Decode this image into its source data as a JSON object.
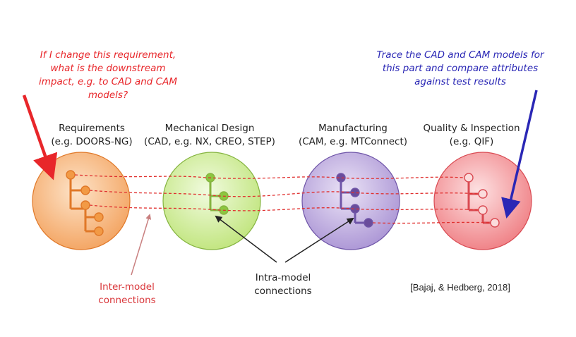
{
  "top_left_note": [
    "If I change this requirement,",
    "what is the downstream",
    "impact, e.g. to CAD and CAM",
    "models?"
  ],
  "top_right_note": [
    "Trace the CAD and CAM models for",
    "this part and compare attributes",
    "against test results"
  ],
  "models": [
    {
      "title": "Requirements",
      "subtitle": "(e.g. DOORS-NG)",
      "fill": "#f5a868",
      "edge": "#e07828",
      "node": "#f29a45"
    },
    {
      "title": "Mechanical Design",
      "subtitle": "(CAD, e.g. NX, CREO, STEP)",
      "fill": "#c9ec8e",
      "edge": "#85b440",
      "node": "#8cc63f"
    },
    {
      "title": "Manufacturing",
      "subtitle": "(CAM, e.g. MTConnect)",
      "fill": "#b9a5dd",
      "edge": "#6f55a8",
      "node": "#6a4c9c"
    },
    {
      "title": "Quality & Inspection",
      "subtitle": "(e.g. QIF)",
      "fill": "#f28b8f",
      "edge": "#d94a52",
      "node": "#fbdcdc"
    }
  ],
  "inter_model_label": [
    "Inter-model",
    "connections"
  ],
  "intra_model_label": [
    "Intra-model",
    "connections"
  ],
  "citation": "[Bajaj, & Hedberg, 2018]",
  "colors": {
    "red_arrow": "#e8262a",
    "blue_arrow": "#2a27b5",
    "dashed_link": "#e0302f",
    "inter_pointer": "#c98080",
    "intra_pointer": "#222222"
  }
}
